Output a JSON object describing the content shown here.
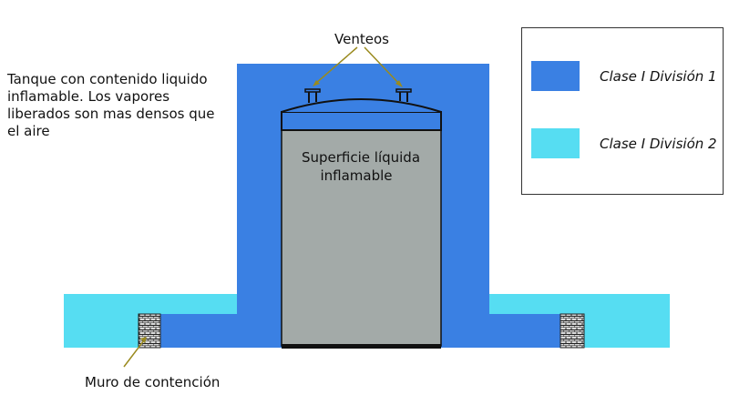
{
  "description": {
    "lines": [
      "Tanque con contenido liquido",
      "inflamable. Los vapores",
      "liberados son mas densos que",
      "el aire"
    ]
  },
  "labels": {
    "vents": "Venteos",
    "liquid_surface": [
      "Superficie líquida",
      "inflamable"
    ],
    "containment_wall": "Muro de contención"
  },
  "legend": {
    "items": [
      {
        "label": "Clase I División 1",
        "color": "#3a80e3"
      },
      {
        "label": "Clase I División 2",
        "color": "#56ddf2"
      }
    ]
  },
  "colors": {
    "division1": "#3a80e3",
    "division2": "#56ddf2",
    "tank_body": "#a3aaa8",
    "tank_outline": "#111111",
    "arrow": "#9a8a1e",
    "wall_brick": "#cfcfcf"
  }
}
